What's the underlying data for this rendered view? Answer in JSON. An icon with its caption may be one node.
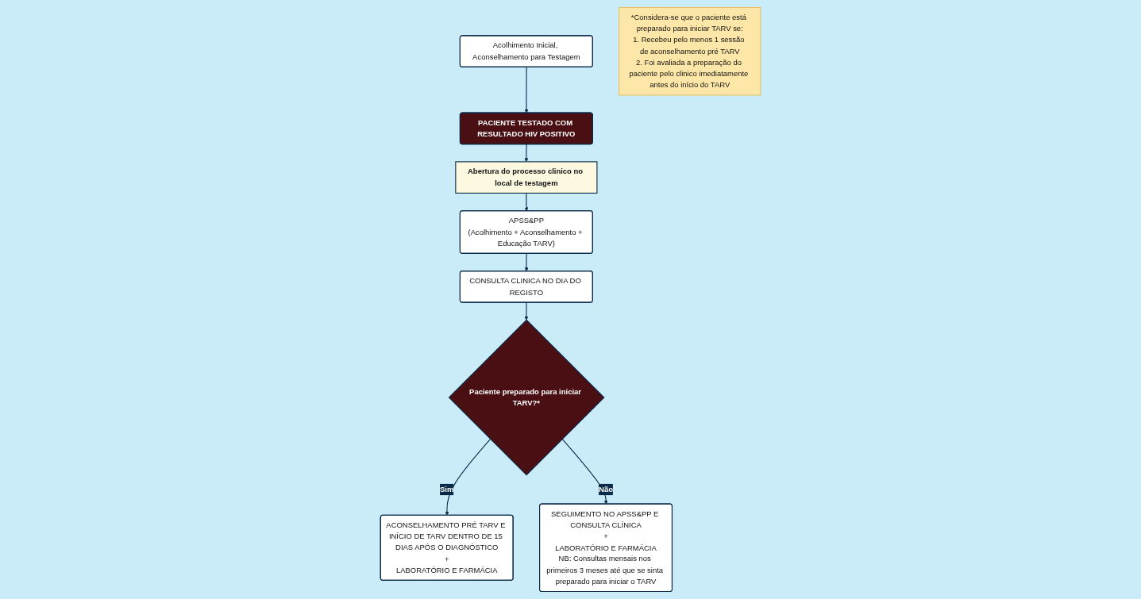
{
  "diagram": {
    "nodes": [
      {
        "text": [
          "Acolhimento Inicial, Aconselhamento para Testagem"
        ]
      },
      {
        "text": [
          "PACIENTE TESTADO COM RESULTADO HIV POSITIVO"
        ]
      },
      {
        "text": [
          "Abertura do processo clinico no local de testagem"
        ]
      },
      {
        "text": [
          "APSS&PP",
          "(Acolhimento + Aconselhamento + Educação TARV)"
        ]
      },
      {
        "text": [
          "CONSULTA CLINICA NO DIA DO REGISTO"
        ]
      },
      {
        "text": [
          "Paciente preparado para iniciar TARV?*"
        ]
      },
      {
        "text": [
          "ACONSELHAMENTO PRÉ TARV E INÍCIO DE TARV DENTRO DE 15 DIAS APÓS O DIAGNÓSTICO",
          "+",
          "LABORATÓRIO E FARMÁCIA"
        ]
      },
      {
        "text": [
          "SEGUIMENTO NO APSS&PP E CONSULTA CLÍNICA",
          "+",
          "LABORATÓRIO E FARMÁCIA",
          "NB: Consultas mensais nos primeiros 3 meses até que se sinta preparado para iniciar o TARV"
        ]
      },
      {
        "text": [
          "*Considera-se que o paciente está preparado para iniciar TARV se:",
          "1. Recebeu pelo menos 1 sessão de aconselhamento pré TARV",
          "2. Foi avaliada a preparação do paciente pelo clinico imediatamente antes do início do TARV"
        ]
      }
    ],
    "edges": [
      {
        "from": 0,
        "to": 1,
        "arrow": "to"
      },
      {
        "from": 1,
        "to": 2,
        "arrow": "to"
      },
      {
        "from": 2,
        "to": 3,
        "arrow": "to"
      },
      {
        "from": 3,
        "to": 4,
        "arrow": "to"
      },
      {
        "from": 4,
        "to": 5,
        "arrow": "to"
      },
      {
        "from": 5,
        "to": 6,
        "label": "Sim",
        "arrow": "to"
      },
      {
        "from": 5,
        "to": 7,
        "label": "Não",
        "arrow": "to"
      }
    ]
  }
}
